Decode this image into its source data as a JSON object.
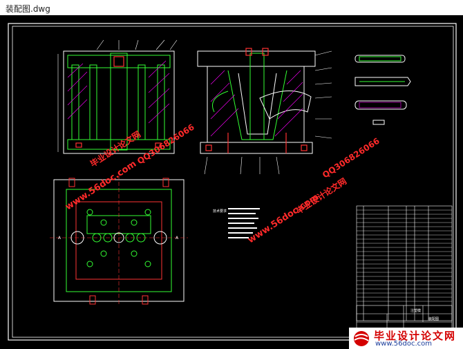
{
  "window": {
    "title": "装配图.dwg"
  },
  "colors": {
    "canvas": "#000000",
    "frame": "#ffffff",
    "lines": "#33ff33",
    "accent": "#ff3333",
    "outline": "#ffffff",
    "hatch": "#ff00ff",
    "watermark_red": "#ff2a2a",
    "watermark_blue": "#1e4fff"
  },
  "watermarks": {
    "site1": "www.56doc.com",
    "site2": "www.56doc.com",
    "qq1": "QQ306826066",
    "qq2": "QQ306826066",
    "brand_cn1": "毕业设计论文网",
    "brand_cn2": "毕业设计论文网"
  },
  "drawing": {
    "section_labels": {
      "a_left": "A",
      "a_right": "A"
    },
    "notes_heading": "技术要求",
    "title_block_heading": "注塑模",
    "title_block_part": "装配图"
  },
  "brand": {
    "cn": "毕业设计论文网",
    "url": "www.56doc.com"
  }
}
